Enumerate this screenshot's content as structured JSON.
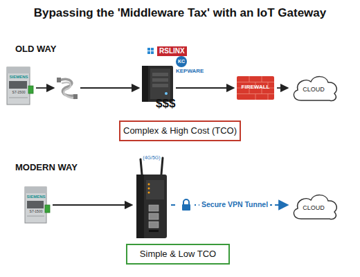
{
  "diagram": {
    "title": "Bypassing the 'Middleware Tax' with an IoT Gateway",
    "nodes": [
      {
        "text": [
          "SIEMENS",
          "S7-1500"
        ]
      },
      {
        "text": []
      },
      {
        "text": [
          "RSLINX",
          "KEPWARE",
          "$$$"
        ]
      },
      {
        "text": [
          "FIREWALL"
        ]
      },
      {
        "text": [
          "CLOUD"
        ]
      },
      {
        "text": [
          "Complex & High Cost (TCO)"
        ]
      },
      {
        "text": [
          "SIEMENS",
          "S7-1500"
        ]
      },
      {
        "text": [
          "(4G/5G)"
        ]
      },
      {
        "text": [
          "CLOUD"
        ]
      },
      {
        "text": [
          "Simple & Low TCO"
        ]
      }
    ],
    "edges": [
      {
        "from": 0,
        "to": 1,
        "arrow": "to"
      },
      {
        "from": 1,
        "to": 2,
        "arrow": "to"
      },
      {
        "from": 2,
        "to": 3,
        "arrow": "to"
      },
      {
        "from": 3,
        "to": 4,
        "arrow": "to"
      },
      {
        "from": 6,
        "to": 7,
        "arrow": "to"
      },
      {
        "from": 7,
        "to": 8,
        "label": "Secure VPN Tunnel",
        "arrow": "to"
      }
    ],
    "labels": [
      "OLD WAY",
      "MODERN WAY",
      "KC"
    ]
  }
}
